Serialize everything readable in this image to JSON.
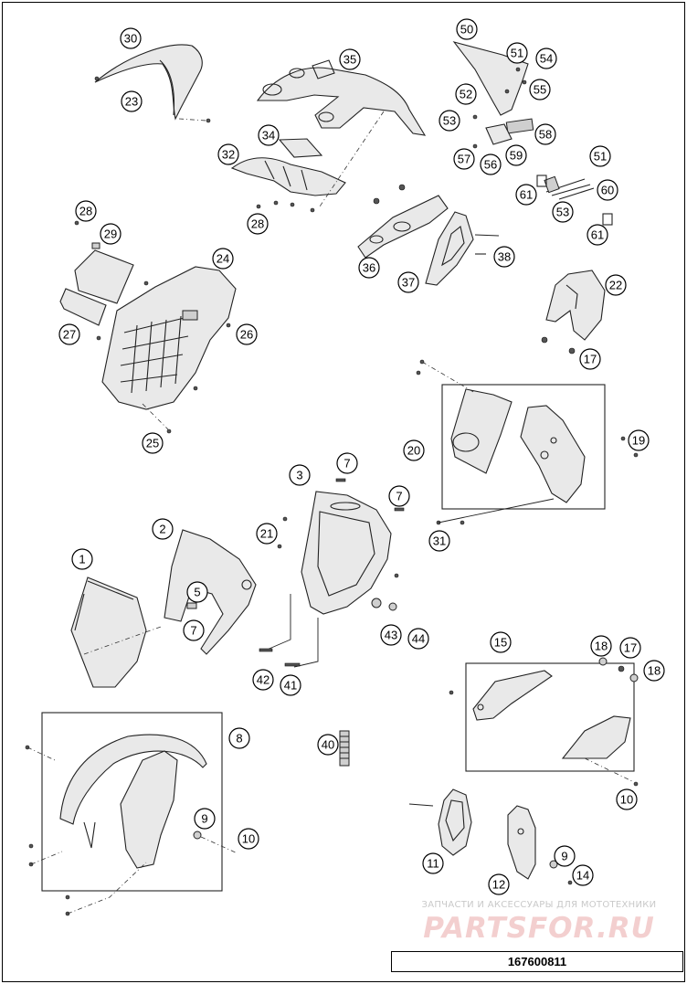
{
  "drawing": {
    "doc_number": "167600811",
    "watermark_top": "ЗАПЧАСТИ И АКСЕССУАРЫ ДЛЯ МОТОТЕХНИКИ",
    "watermark_logo": "PARTSFOR.RU"
  },
  "callouts": [
    {
      "id": "c1",
      "label": "1"
    },
    {
      "id": "c2",
      "label": "2"
    },
    {
      "id": "c3",
      "label": "3"
    },
    {
      "id": "c5",
      "label": "5"
    },
    {
      "id": "c7a",
      "label": "7"
    },
    {
      "id": "c7b",
      "label": "7"
    },
    {
      "id": "c7c",
      "label": "7"
    },
    {
      "id": "c8",
      "label": "8"
    },
    {
      "id": "c9a",
      "label": "9"
    },
    {
      "id": "c9b",
      "label": "9"
    },
    {
      "id": "c10a",
      "label": "10"
    },
    {
      "id": "c10b",
      "label": "10"
    },
    {
      "id": "c11",
      "label": "11"
    },
    {
      "id": "c12",
      "label": "12"
    },
    {
      "id": "c14",
      "label": "14"
    },
    {
      "id": "c15",
      "label": "15"
    },
    {
      "id": "c17a",
      "label": "17"
    },
    {
      "id": "c17b",
      "label": "17"
    },
    {
      "id": "c18a",
      "label": "18"
    },
    {
      "id": "c18b",
      "label": "18"
    },
    {
      "id": "c19",
      "label": "19"
    },
    {
      "id": "c20",
      "label": "20"
    },
    {
      "id": "c21",
      "label": "21"
    },
    {
      "id": "c22",
      "label": "22"
    },
    {
      "id": "c23",
      "label": "23"
    },
    {
      "id": "c24",
      "label": "24"
    },
    {
      "id": "c25",
      "label": "25"
    },
    {
      "id": "c26",
      "label": "26"
    },
    {
      "id": "c27",
      "label": "27"
    },
    {
      "id": "c28a",
      "label": "28"
    },
    {
      "id": "c28b",
      "label": "28"
    },
    {
      "id": "c29",
      "label": "29"
    },
    {
      "id": "c30",
      "label": "30"
    },
    {
      "id": "c31",
      "label": "31"
    },
    {
      "id": "c32",
      "label": "32"
    },
    {
      "id": "c34",
      "label": "34"
    },
    {
      "id": "c35",
      "label": "35"
    },
    {
      "id": "c36",
      "label": "36"
    },
    {
      "id": "c37",
      "label": "37"
    },
    {
      "id": "c38",
      "label": "38"
    },
    {
      "id": "c40",
      "label": "40"
    },
    {
      "id": "c41",
      "label": "41"
    },
    {
      "id": "c42",
      "label": "42"
    },
    {
      "id": "c43",
      "label": "43"
    },
    {
      "id": "c44",
      "label": "44"
    },
    {
      "id": "c50",
      "label": "50"
    },
    {
      "id": "c51a",
      "label": "51"
    },
    {
      "id": "c51b",
      "label": "51"
    },
    {
      "id": "c52",
      "label": "52"
    },
    {
      "id": "c53a",
      "label": "53"
    },
    {
      "id": "c53b",
      "label": "53"
    },
    {
      "id": "c54",
      "label": "54"
    },
    {
      "id": "c55",
      "label": "55"
    },
    {
      "id": "c56",
      "label": "56"
    },
    {
      "id": "c57",
      "label": "57"
    },
    {
      "id": "c58",
      "label": "58"
    },
    {
      "id": "c59",
      "label": "59"
    },
    {
      "id": "c60",
      "label": "60"
    },
    {
      "id": "c61a",
      "label": "61"
    },
    {
      "id": "c61b",
      "label": "61"
    }
  ]
}
